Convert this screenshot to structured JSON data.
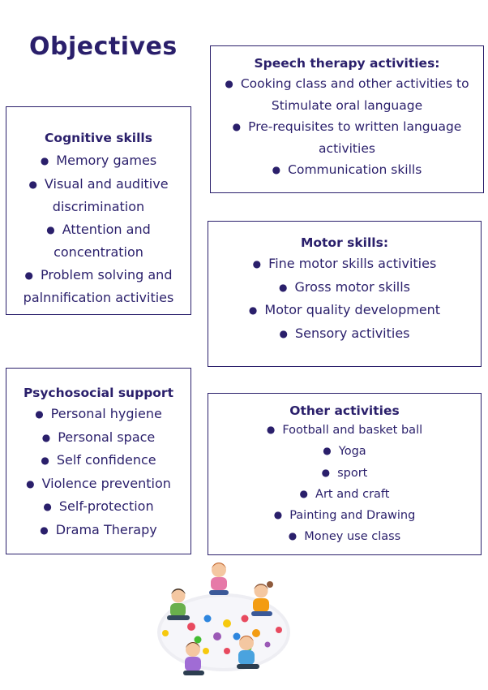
{
  "title": "Objectives",
  "speech": {
    "heading": "Speech therapy activities:",
    "items": [
      {
        "l1": "Cooking class and other activities to",
        "l2": "Stimulate oral language"
      },
      {
        "l1": "Pre-requisites to written language",
        "l2": "activities"
      },
      {
        "l1": "Communication skills",
        "l2": ""
      }
    ]
  },
  "cognitive": {
    "heading": "Cognitive skills",
    "items": [
      {
        "l1": "Memory games",
        "l2": ""
      },
      {
        "l1": "Visual and auditive",
        "l2": "discrimination"
      },
      {
        "l1": "Attention and",
        "l2": "concentration"
      },
      {
        "l1": "Problem solving and",
        "l2": "palnnification activities"
      }
    ]
  },
  "motor": {
    "heading": "Motor skills:",
    "items": [
      "Fine motor skills activities",
      "Gross motor skills",
      "Motor quality development",
      "Sensory activities"
    ]
  },
  "psycho": {
    "heading": "Psychosocial support",
    "items": [
      "Personal hygiene",
      "Personal space",
      "Self confidence",
      "Violence prevention",
      "Self-protection",
      "Drama Therapy"
    ]
  },
  "other": {
    "heading": "Other activities",
    "items": [
      "Football and basket ball",
      "Yoga",
      "sport",
      "Art and craft",
      "Painting and Drawing",
      "Money use class"
    ]
  }
}
